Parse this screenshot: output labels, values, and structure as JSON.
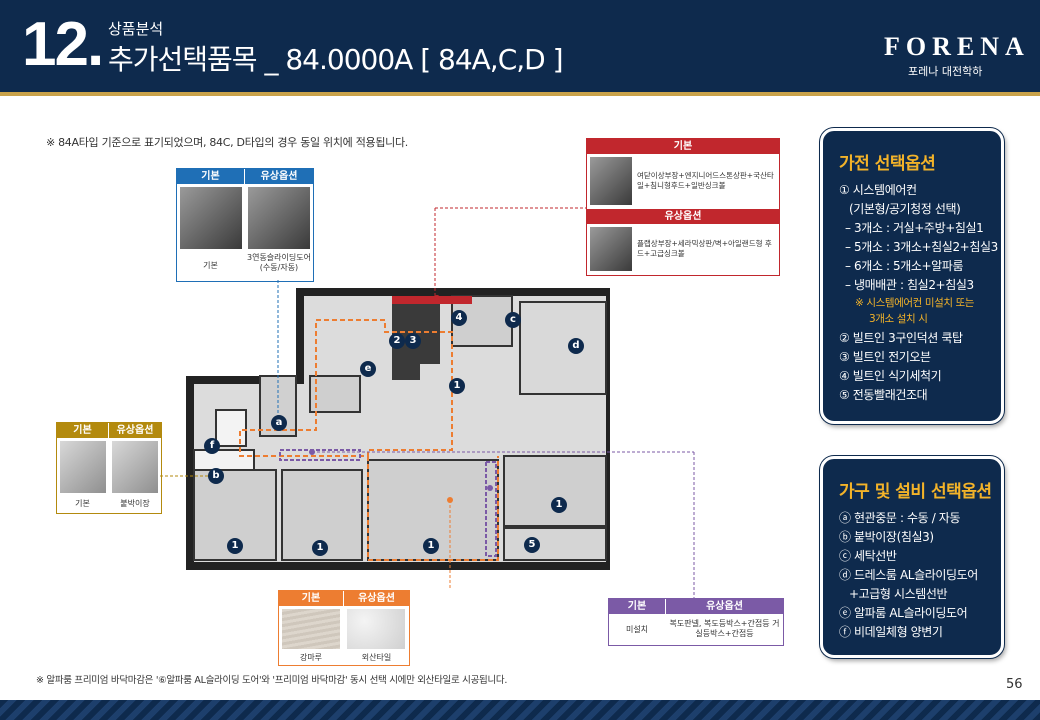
{
  "header": {
    "number": "12.",
    "subtitle": "상품분석",
    "title": "추가선택품목 _ 84.0000A [ 84A,C,D ]",
    "logo": "FORENA",
    "logo_sub": "포레나 대전학하"
  },
  "notes": {
    "top": "※ 84A타입 기준으로 표기되었으며, 84C, D타입의 경우 동일 위치에 적용됩니다.",
    "bottom": "※ 알파룸 프리미엄 바닥마감은 '⑥알파룸 AL슬라이딩 도어'와 '프리미엄 바닥마감' 동시 선택 시에만 외산타일로 시공됩니다."
  },
  "page_number": "56",
  "kitchen_box": {
    "basic_head": "기본",
    "basic_text": "여닫이상부장+엔지니어드스톤상판+국산타일+침니형후드+일반싱크볼",
    "paid_head": "유상옵션",
    "paid_text": "플랩상부장+세라믹상판/벽+아일랜드형 후드+고급싱크볼"
  },
  "door_box": {
    "basic_head": "기본",
    "paid_head": "유상옵션",
    "basic_cap": "기본",
    "paid_cap": "3연동슬라이딩도어 (수동/자동)"
  },
  "closet_box": {
    "basic_head": "기본",
    "paid_head": "유상옵션",
    "basic_cap": "기본",
    "paid_cap": "붙박이장"
  },
  "floor_box": {
    "basic_head": "기본",
    "paid_head": "유상옵션",
    "basic_cap": "강마루",
    "paid_cap": "외산타일"
  },
  "dress_box": {
    "basic_head": "기본",
    "paid_head": "유상옵션",
    "basic_cap": "미설치",
    "paid_cap": "복도판넬, 복도등박스+간접등 거실등박스+간접등"
  },
  "plan_markers": [
    "1",
    "1",
    "1",
    "1",
    "1",
    "2",
    "3",
    "4",
    "5",
    "a",
    "b",
    "c",
    "d",
    "e",
    "f"
  ],
  "panel1": {
    "title": "가전 선택옵션",
    "lines": [
      "① 시스템에어컨",
      "(기본형/공기청정 선택)",
      "– 3개소 : 거실+주방+침실1",
      "– 5개소 : 3개소+침실2+침실3",
      "– 6개소 : 5개소+알파룸",
      "– 냉매배관 : 침실2+침실3",
      "※ 시스템에어컨 미설치 또는",
      "3개소 설치 시",
      "② 빌트인 3구인덕션 쿡탑",
      "③ 빌트인 전기오븐",
      "④ 빌트인 식기세척기",
      "⑤ 전동빨래건조대"
    ]
  },
  "panel2": {
    "title": "가구 및 설비 선택옵션",
    "lines": [
      "ⓐ 현관중문 : 수동 / 자동",
      "ⓑ 붙박이장(침실3)",
      "ⓒ 세탁선반",
      "ⓓ 드레스룸 AL슬라이딩도어",
      "+고급형 시스템선반",
      "ⓔ 알파룸 AL슬라이딩도어",
      "ⓕ 비데일체형 양변기"
    ]
  },
  "colors": {
    "navy": "#0e2a4d",
    "gold": "#f3b329",
    "red": "#c1272d",
    "blue": "#1f6fb6",
    "orange": "#ed7d31",
    "purple": "#7b5aa6",
    "olive": "#b38a0e"
  }
}
